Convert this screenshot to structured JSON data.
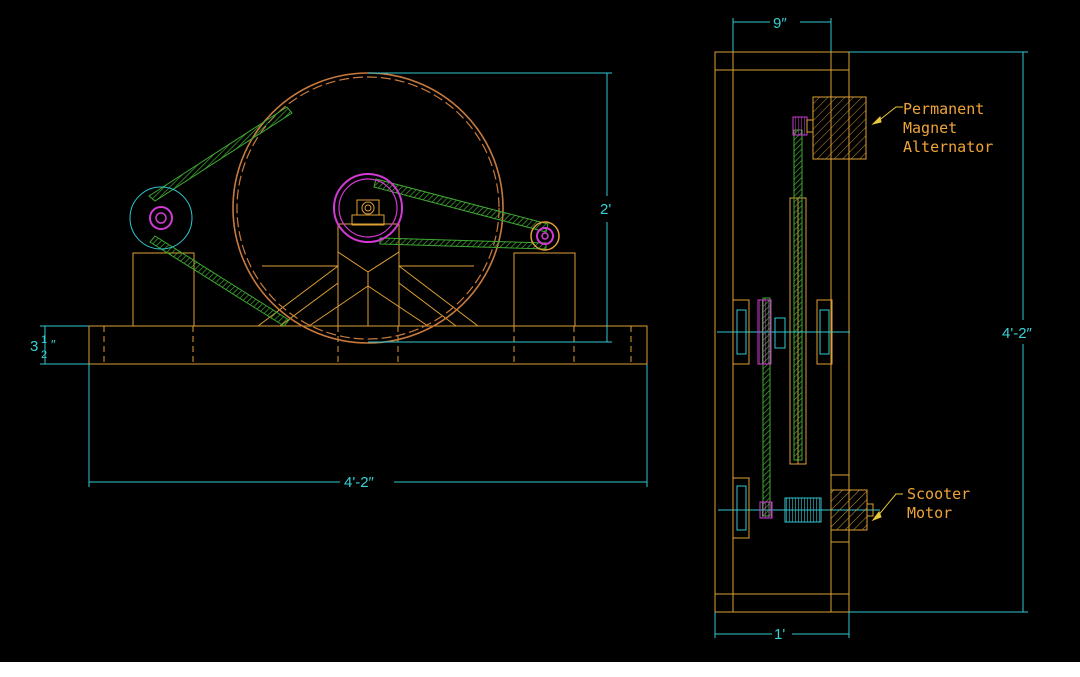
{
  "colors": {
    "background": "#000000",
    "frame": "#e0a034",
    "dimension": "#36d1d6",
    "belt": "#3fa832",
    "pulley": "#d23ad4",
    "wheel": "#c87a3e"
  },
  "front_view": {
    "dim_height_large": "2'",
    "dim_base_thickness_whole": "3",
    "dim_base_thickness_fraction_num": "1",
    "dim_base_thickness_fraction_den": "2",
    "dim_base_thickness_unit": "″",
    "dim_width": "4'-2″"
  },
  "side_view": {
    "dim_top": "9″",
    "dim_height": "4'-2″",
    "dim_bottom": "1'",
    "labels": {
      "alternator": [
        "Permanent",
        "Magnet",
        "Alternator"
      ],
      "motor": [
        "Scooter",
        "Motor"
      ]
    }
  }
}
